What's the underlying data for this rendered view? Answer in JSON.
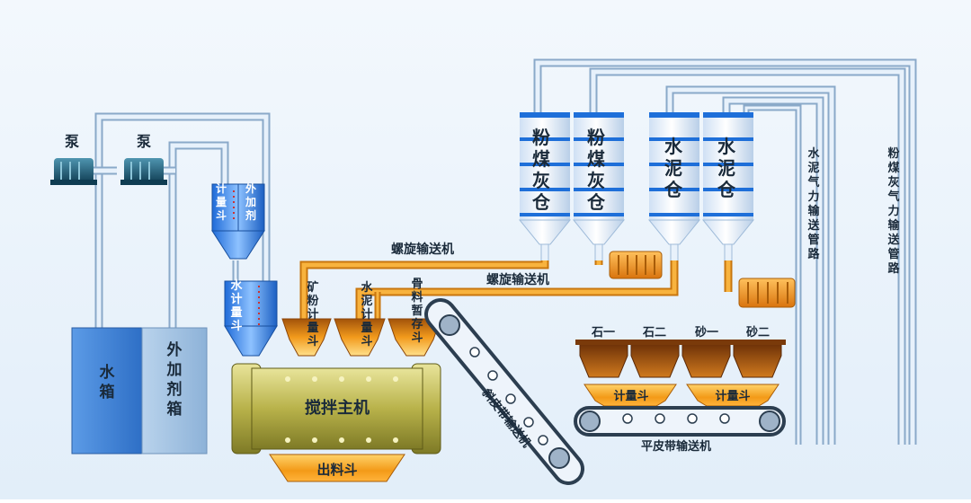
{
  "labels": {
    "pump_1": "泵",
    "pump_2": "泵",
    "water_tank": "水箱",
    "admixture_tank": "外加剂箱",
    "admixture_scale": "外加剂",
    "admixture_scale_top": "计量斗",
    "water_scale": "水计量斗",
    "flyash_silo_1": "粉煤灰仓",
    "flyash_silo_2": "粉煤灰仓",
    "cement_silo_1": "水泥仓",
    "cement_silo_2": "水泥仓",
    "screw_conveyor_1": "螺旋输送机",
    "screw_conveyor_2": "螺旋输送机",
    "flyash_pipeline": "粉煤灰气力输送管路",
    "cement_pipeline": "水泥气力输送管路",
    "mineral_powder_scale": "矿粉计量斗",
    "cement_scale": "水泥计量斗",
    "aggregate_hopper": "骨料暂存斗",
    "mixer": "搅拌主机",
    "discharge_hopper": "出料斗",
    "incline_belt": "斜皮带输送机",
    "flat_belt": "平皮带输送机",
    "bin_stone_1": "石一",
    "bin_stone_2": "石二",
    "bin_sand_1": "砂一",
    "bin_sand_2": "砂二",
    "weigh_hopper_1": "计量斗",
    "weigh_hopper_2": "计量斗"
  },
  "colors": {
    "background": "#eaf3fb",
    "pipe": "#c9ddf0",
    "pipe_edge": "#7fa4c8",
    "screw": "#f5a623",
    "screw_dark": "#c8760e",
    "silo_blue": "#1e6fd9",
    "tank_blue": "#3b7ed6",
    "mixer": "#c6c15a",
    "hopper": "#e88a14",
    "pump": "#1f5f78"
  },
  "icons": [
    "pump-icon",
    "motor-icon",
    "roller-icon"
  ]
}
